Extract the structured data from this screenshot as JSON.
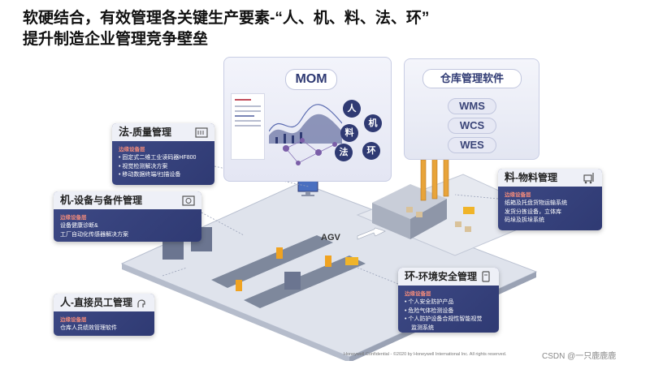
{
  "title": {
    "line1": "软硬结合，有效管理各关键生产要素-“人、机、料、法、环”",
    "line2": "提升制造企业管理竞争壁垒"
  },
  "mom": {
    "label": "MOM",
    "circles": [
      "人",
      "机",
      "料",
      "法",
      "环"
    ]
  },
  "wms_panel": {
    "title": "仓库管理软件",
    "items": [
      "WMS",
      "WCS",
      "WES"
    ]
  },
  "agv_label": "AGV",
  "panels": {
    "fa": {
      "bold": "法",
      "title": "-质量管理",
      "tag": "边缘设备层",
      "items": [
        "固定式二维工业读码器HF800",
        "视觉检测解决方案",
        "移动数据终端/扫描设备"
      ]
    },
    "ji": {
      "bold": "机",
      "title": "-设备与备件管理",
      "tag": "边缘设备层",
      "items": [
        "设备健康诊断&",
        "工厂自动化传感器解决方案"
      ]
    },
    "ren": {
      "bold": "人",
      "title": "-直接员工管理",
      "tag": "边缘设备层",
      "items": [
        "仓库人员绩效管理软件"
      ]
    },
    "liao": {
      "bold": "料",
      "title": "-物料管理",
      "tag": "边缘设备层",
      "items": [
        "纸箱及托盘货物运输系统",
        "发货分拣设备，立体库",
        "码垛及拆垛系统"
      ]
    },
    "huan": {
      "bold": "环",
      "title": "-环境安全管理",
      "tag": "边缘设备层",
      "items": [
        "个人安全防护产品",
        "危险气体检测设备",
        "个人防护设备合规性智能视觉",
        "监测系统"
      ]
    }
  },
  "footer": "Honeywell Confidential - ©2020 by Honeywell International Inc. All rights reserved.",
  "watermark": "CSDN @一只鹿鹿鹿",
  "colors": {
    "panel_bg": "#2f3a73",
    "panel_header": "#eef0f7",
    "tag_red": "#f08a7b",
    "mom_accent": "#2f3a73"
  }
}
